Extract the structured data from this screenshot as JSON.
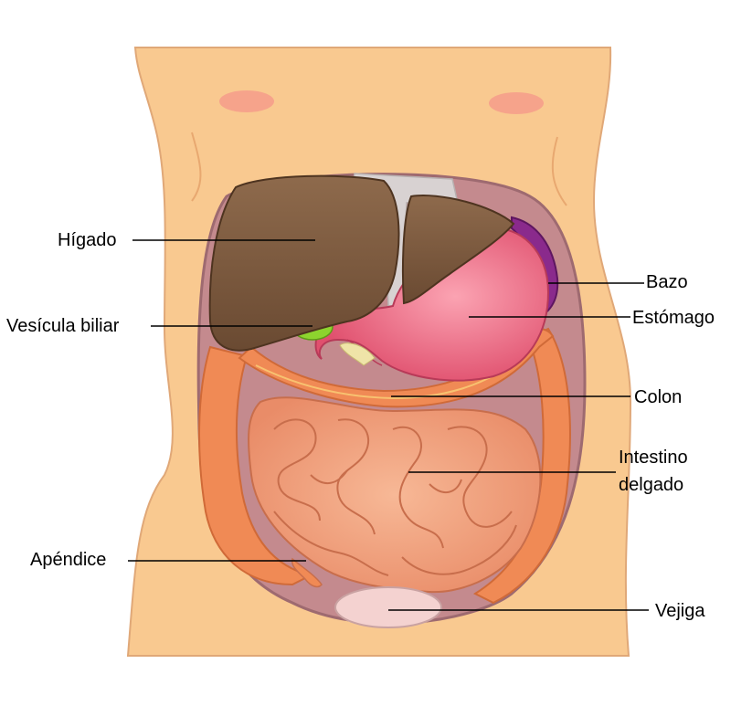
{
  "labels": {
    "liver": "Hígado",
    "gallbladder": "Vesícula biliar",
    "spleen": "Bazo",
    "stomach": "Estómago",
    "colon": "Colon",
    "small_intestine_line1": "Intestino",
    "small_intestine_line2": "delgado",
    "appendix": "Apéndice",
    "bladder": "Vejiga"
  },
  "colors": {
    "skin": "#F9C990",
    "skin_shadow": "#E8A870",
    "cavity": "#C48A8E",
    "liver": "#7C5A3E",
    "stomach": "#F06C84",
    "spleen": "#8A2A8C",
    "gallbladder": "#8DD42E",
    "intestine": "#F2A07A",
    "colon": "#F08A55",
    "bladder": "#F4D2D0"
  }
}
